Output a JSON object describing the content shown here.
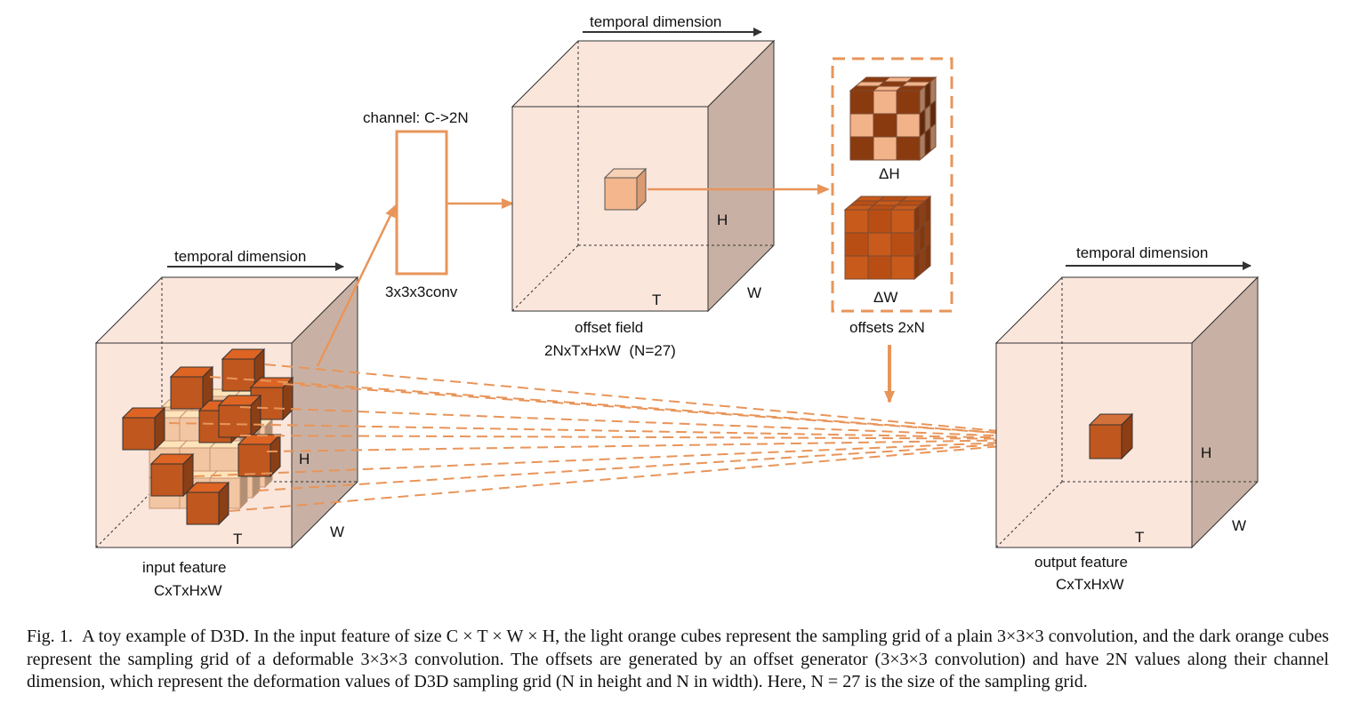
{
  "labels": {
    "temporal_left": "temporal dimension",
    "temporal_center": "temporal dimension",
    "temporal_right": "temporal dimension",
    "channel": "channel: C->2N",
    "conv": "3x3x3conv",
    "offset_field": "offset field",
    "offset_field_dims": "2NxTxHxW  (N=27)",
    "offsets": "offsets 2xN",
    "delta_h": "ΔH",
    "delta_w": "ΔW",
    "input_feature": "input feature",
    "input_dims": "CxTxHxW",
    "output_feature": "output feature",
    "output_dims": "CxTxHxW",
    "axis_h": "H",
    "axis_w": "W",
    "axis_t": "T"
  },
  "caption": {
    "prefix": "Fig. 1.",
    "text": "A toy example of D3D. In the input feature of size C × T × W × H, the light orange cubes represent the sampling grid of a plain 3×3×3 convolution, and the dark orange cubes represent the sampling grid of a deformable 3×3×3 convolution. The offsets are generated by an offset generator (3×3×3 convolution) and have 2N values along their channel dimension, which represent the deformation values of D3D sampling grid (N in height and N in width). Here, N = 27 is the size of the sampling grid."
  },
  "colors": {
    "orange": "#e8955a",
    "dark_orange": "#c0571e",
    "light_cube": "#f3c6a3",
    "box_front": "#fbe6dc",
    "box_side": "#c8b1a4"
  }
}
